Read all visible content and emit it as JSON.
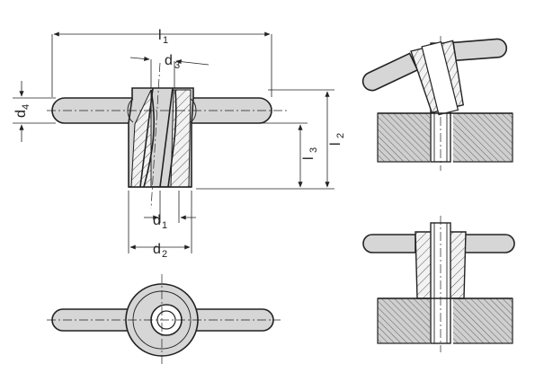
{
  "drawing": {
    "labels": {
      "l1": {
        "main": "l",
        "sub": "1"
      },
      "l2": {
        "main": "l",
        "sub": "2"
      },
      "l3": {
        "main": "l",
        "sub": "3"
      },
      "d1": {
        "main": "d",
        "sub": "1"
      },
      "d2": {
        "main": "d",
        "sub": "2"
      },
      "d3": {
        "main": "d",
        "sub": "3"
      },
      "d4": {
        "main": "d",
        "sub": "4"
      }
    },
    "colors": {
      "line": "#222222",
      "part_fill": "#d6d6d6",
      "hatch_fill": "#f2f2f2"
    }
  }
}
